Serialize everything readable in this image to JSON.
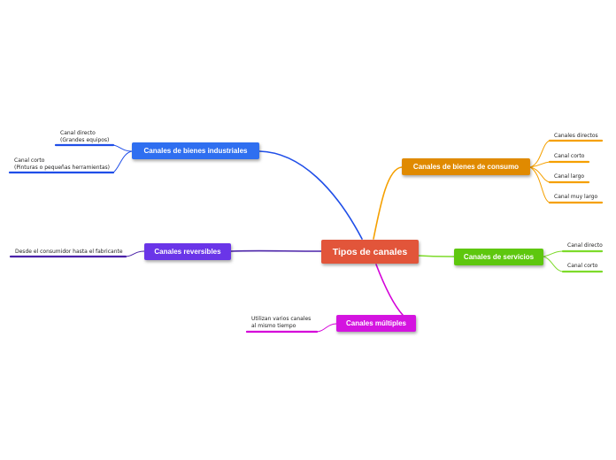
{
  "center": {
    "label": "Tipos de canales",
    "color": "#e2553a"
  },
  "branches": {
    "bienes_industriales": {
      "label": "Canales de bienes industriales",
      "color": "#2f6ff0",
      "line_color": "#1f4ee8",
      "leaves": [
        {
          "lines": [
            "Canal directo",
            "(Grandes equipos)"
          ]
        },
        {
          "lines": [
            "Canal corto",
            "(Pinturas o pequeñas herramientas)"
          ]
        }
      ]
    },
    "bienes_consumo": {
      "label": "Canales de bienes de consumo",
      "color": "#e08a00",
      "line_color": "#f5a000",
      "leaves": [
        {
          "lines": [
            "Canales directos"
          ]
        },
        {
          "lines": [
            "Canal corto"
          ]
        },
        {
          "lines": [
            "Canal largo"
          ]
        },
        {
          "lines": [
            "Canal muy largo"
          ]
        }
      ]
    },
    "reversibles": {
      "label": "Canales reversibles",
      "color": "#6a35e8",
      "line_color": "#4a22a8",
      "leaves": [
        {
          "lines": [
            "Desde el consumidor hasta el fabricante"
          ]
        }
      ]
    },
    "servicios": {
      "label": "Canales de servicios",
      "color": "#5ec70e",
      "line_color": "#7ddb2a",
      "leaves": [
        {
          "lines": [
            "Canal directo"
          ]
        },
        {
          "lines": [
            "Canal corto"
          ]
        }
      ]
    },
    "multiples": {
      "label": "Canales múltiples",
      "color": "#d414e0",
      "line_color": "#d400d9",
      "leaves": [
        {
          "lines": [
            "Utilizan varios canales",
            "al mismo tiempo"
          ]
        }
      ]
    }
  }
}
